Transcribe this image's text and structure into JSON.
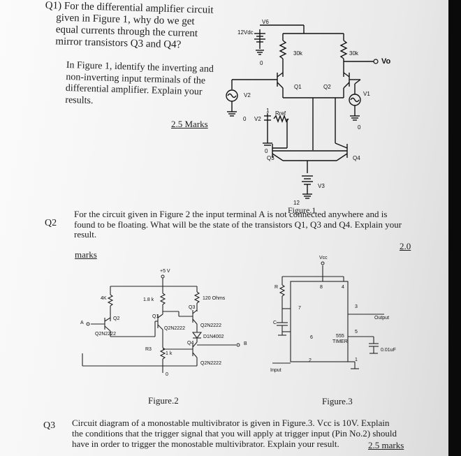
{
  "q1": {
    "number": "Q1)",
    "lines": [
      "For the differential amplifier circuit",
      "given in Figure 1, why do we get",
      "equal currents through the current",
      "mirror transistors Q3 and Q4?"
    ],
    "lines2": [
      "In Figure 1, identify the inverting and",
      "non-inverting input terminals of the",
      "differential amplifier. Explain your",
      "results."
    ],
    "marks": "2.5 Marks"
  },
  "fig1": {
    "v6": "V6",
    "v6_value": "12Vdc",
    "r1": "30k",
    "r2": "30k",
    "vo": "Vo",
    "q1": "Q1",
    "q2": "Q2",
    "v2": "V2",
    "v1": "V1",
    "rref": "Rref",
    "q3": "Q3",
    "q4": "Q4",
    "v3": "V3",
    "v3_value": "12",
    "zero": "0",
    "one": "1",
    "caption": "Figure.1"
  },
  "q2": {
    "number": "Q2",
    "lines": [
      "For the circuit given in Figure 2 the input terminal A is not connected anywhere and is",
      "found to be floating. What will be the state of the transistors Q1, Q3 and Q4. Explain your",
      "result."
    ],
    "score": "2.0",
    "marks": "marks"
  },
  "fig2": {
    "supply": "+5 V",
    "r4k": "4K",
    "r18k": "1.8 k",
    "r120": "120 Ohms",
    "q3": "Q3",
    "q2": "Q2",
    "q1": "Q1",
    "a": "A",
    "q2type": "Q2N2222",
    "q1type": "Q2N2222",
    "q3type": "Q2N2222",
    "q4": "Q4",
    "diode": "D1N4002",
    "b": "B",
    "r3": "R3",
    "r1k": "1 k",
    "q4type": "Q2N2222",
    "zero": "0",
    "caption": "Figure.2"
  },
  "fig3": {
    "vcc": "Vcc",
    "r": "R",
    "pin8": "8",
    "pin4": "4",
    "pin7": "7",
    "pin3": "3",
    "output": "Output",
    "c": "C",
    "pin6": "6",
    "pin5": "5",
    "timer": "555\nTIMER",
    "cap": "0.01uF",
    "pin2": "2",
    "pin1": "1",
    "input": "Input",
    "caption": "Figure.3"
  },
  "q3": {
    "number": "Q3",
    "lines": [
      "Circuit diagram of a monostable multivibrator  is given in Figure.3. Vcc is 10V. Explain",
      "the conditions that the trigger signal that you will apply at trigger input (Pin No.2) should",
      "have in order to trigger the monostable multivibrator. Explain your result."
    ],
    "marks": "2.5 marks"
  }
}
